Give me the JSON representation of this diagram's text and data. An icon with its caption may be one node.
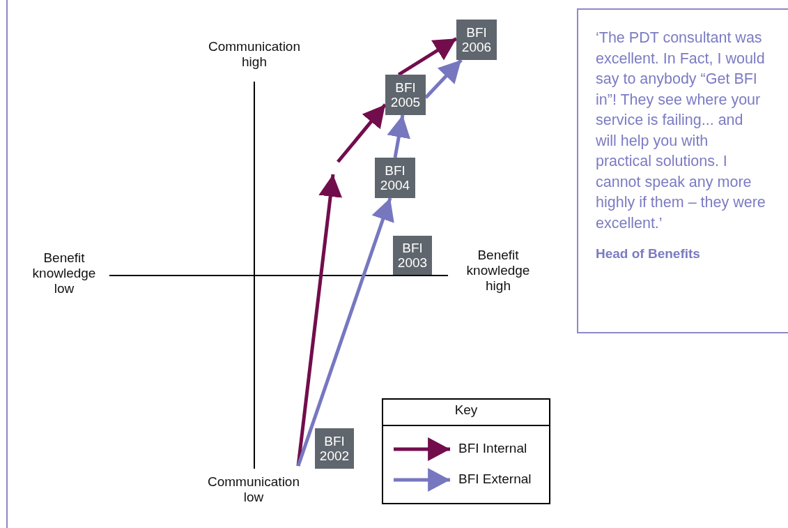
{
  "diagram": {
    "nodes": [
      {
        "text": [
          "BFI 2002"
        ]
      },
      {
        "text": [
          "BFI 2003"
        ]
      },
      {
        "text": [
          "BFI 2004"
        ]
      },
      {
        "text": [
          "BFI 2005"
        ]
      },
      {
        "text": [
          "BFI 2006"
        ]
      },
      {
        "text": [
          "‘The PDT consultant was excellent. In Fact, I would say to anybody “Get BFI in”! They see where your service is failing... and will help you with practical solutions. I cannot speak any more highly if them – they were excellent.’",
          "Head of Benefits"
        ]
      }
    ],
    "edges": [
      {
        "from": null,
        "to": 3,
        "arrow": "to",
        "color": "#720d4c"
      },
      {
        "from": 3,
        "to": 4,
        "arrow": "to",
        "color": "#720d4c"
      },
      {
        "from": null,
        "to": 2,
        "arrow": "to",
        "color": "#7777c0"
      },
      {
        "from": 2,
        "to": 3,
        "arrow": "to",
        "color": "#7777c0"
      },
      {
        "from": 3,
        "to": 4,
        "arrow": "to",
        "color": "#7777c0"
      }
    ],
    "labels": [
      "Communication high",
      "Benefit knowledge low",
      "Benefit knowledge high",
      "Communication low",
      "Key"
    ],
    "legend": [
      {
        "text": "BFI Internal"
      },
      {
        "text": "BFI External"
      }
    ]
  }
}
